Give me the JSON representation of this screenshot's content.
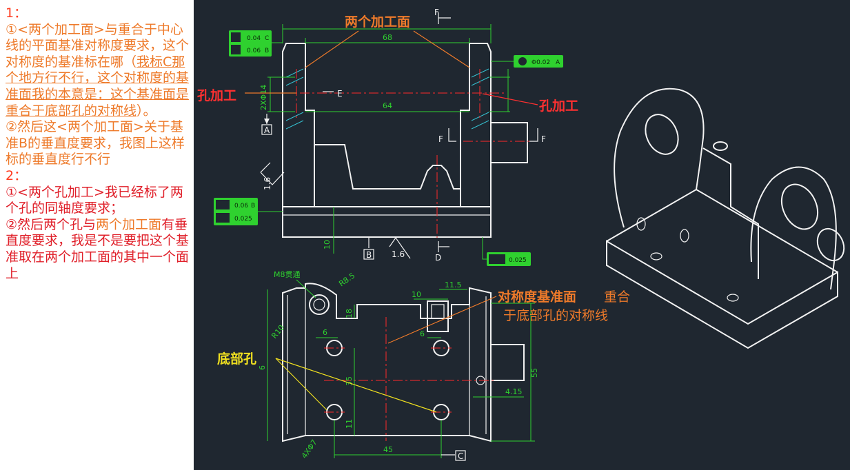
{
  "notes": {
    "p1_heading": "1：",
    "p1_orange_a": "①<两个加工面>与重合于中心线的平面基准对称度要求，这个对称度的基准标在哪（",
    "p1_orange_underlined": "我标C那个地方行不行，这个对称度的基准面我的本意是：这个基准面是重合于底部孔的对称线",
    "p1_orange_b": "）。",
    "p1_orange_c": "②然后这<两个加工面>关于基准B的垂直度要求，我图上这样标的垂直度行不行",
    "p2_heading": "2：",
    "p2_red_a": "①<两个孔加工>我已经标了两个孔的同轴度要求；",
    "p2_red_b1": "②然后两个孔与",
    "p2_orange_b": "两个加工面",
    "p2_red_b2": "有垂直度要求，我是不是要把这个基准取在两个加工面的其中一个面上"
  },
  "drawing": {
    "callouts": {
      "two_faces": "两个加工面",
      "hole_left": "孔加工",
      "hole_right": "孔加工",
      "bottom_hole": "底部孔",
      "sym_datum_bold": "对称度基准面",
      "sym_datum_rest1": "重合",
      "sym_datum_rest2": "于底部孔的对称线"
    },
    "front_view": {
      "dim_68": "68",
      "dim_64": "64",
      "dim_2x14": "2XΦ14",
      "dim_10": "10",
      "rough_16_left": "1.6",
      "rough_16_bottom": "1.6",
      "section_E": "E",
      "section_F_top": "F",
      "section_F_left": "F",
      "section_F_right": "F",
      "section_D": "D",
      "datum_A": "A",
      "datum_B": "B",
      "tol_sym": "0.04",
      "tol_sym_ref": "C",
      "tol_perp_top": "0.06",
      "tol_perp_top_ref": "B",
      "tol_coax": "Φ0.02",
      "tol_coax_ref": "A",
      "tol_perp_mid": "0.06",
      "tol_perp_mid_ref": "B",
      "tol_flat_mid": "0.025",
      "tol_flat_bottom": "0.025"
    },
    "top_view": {
      "m8": "M8贯通",
      "r85": "R8.5",
      "r10": "R10",
      "dim_18": "18",
      "dim_6_left": "6",
      "dim_6_small": "6",
      "dim_6_side": "6",
      "dim_10": "10",
      "dim_115": "11.5",
      "dim_55": "55",
      "dim_35": "35",
      "dim_11": "11",
      "dim_45": "45",
      "dim_415": "4.15",
      "dim_4x7": "4XΦ7",
      "datum_C": "C"
    }
  }
}
